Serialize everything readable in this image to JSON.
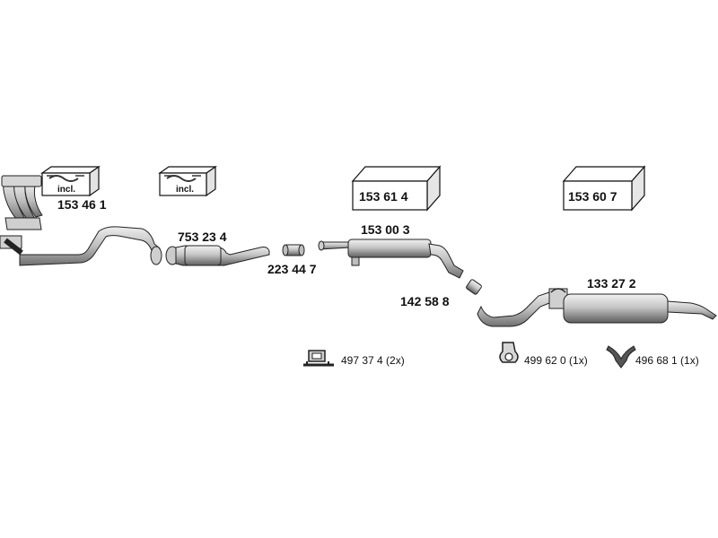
{
  "boxes": [
    {
      "number": "153 61 4"
    },
    {
      "number": "153 60 7"
    }
  ],
  "gasket_boxes": [
    {
      "text": "incl."
    },
    {
      "text": "incl."
    }
  ],
  "parts": [
    {
      "number": "153 46 1"
    },
    {
      "number": "753 23 4"
    },
    {
      "number": "223 44 7"
    },
    {
      "number": "153 00 3"
    },
    {
      "number": "142 58 8"
    },
    {
      "number": "133 27 2"
    }
  ],
  "hardware": [
    {
      "label": "497 37 4 (2x)",
      "icon": "mounting-bracket-icon"
    },
    {
      "label": "499 62 0 (1x)",
      "icon": "rubber-hanger-icon"
    },
    {
      "label": "496 68 1 (1x)",
      "icon": "y-hanger-icon"
    }
  ]
}
